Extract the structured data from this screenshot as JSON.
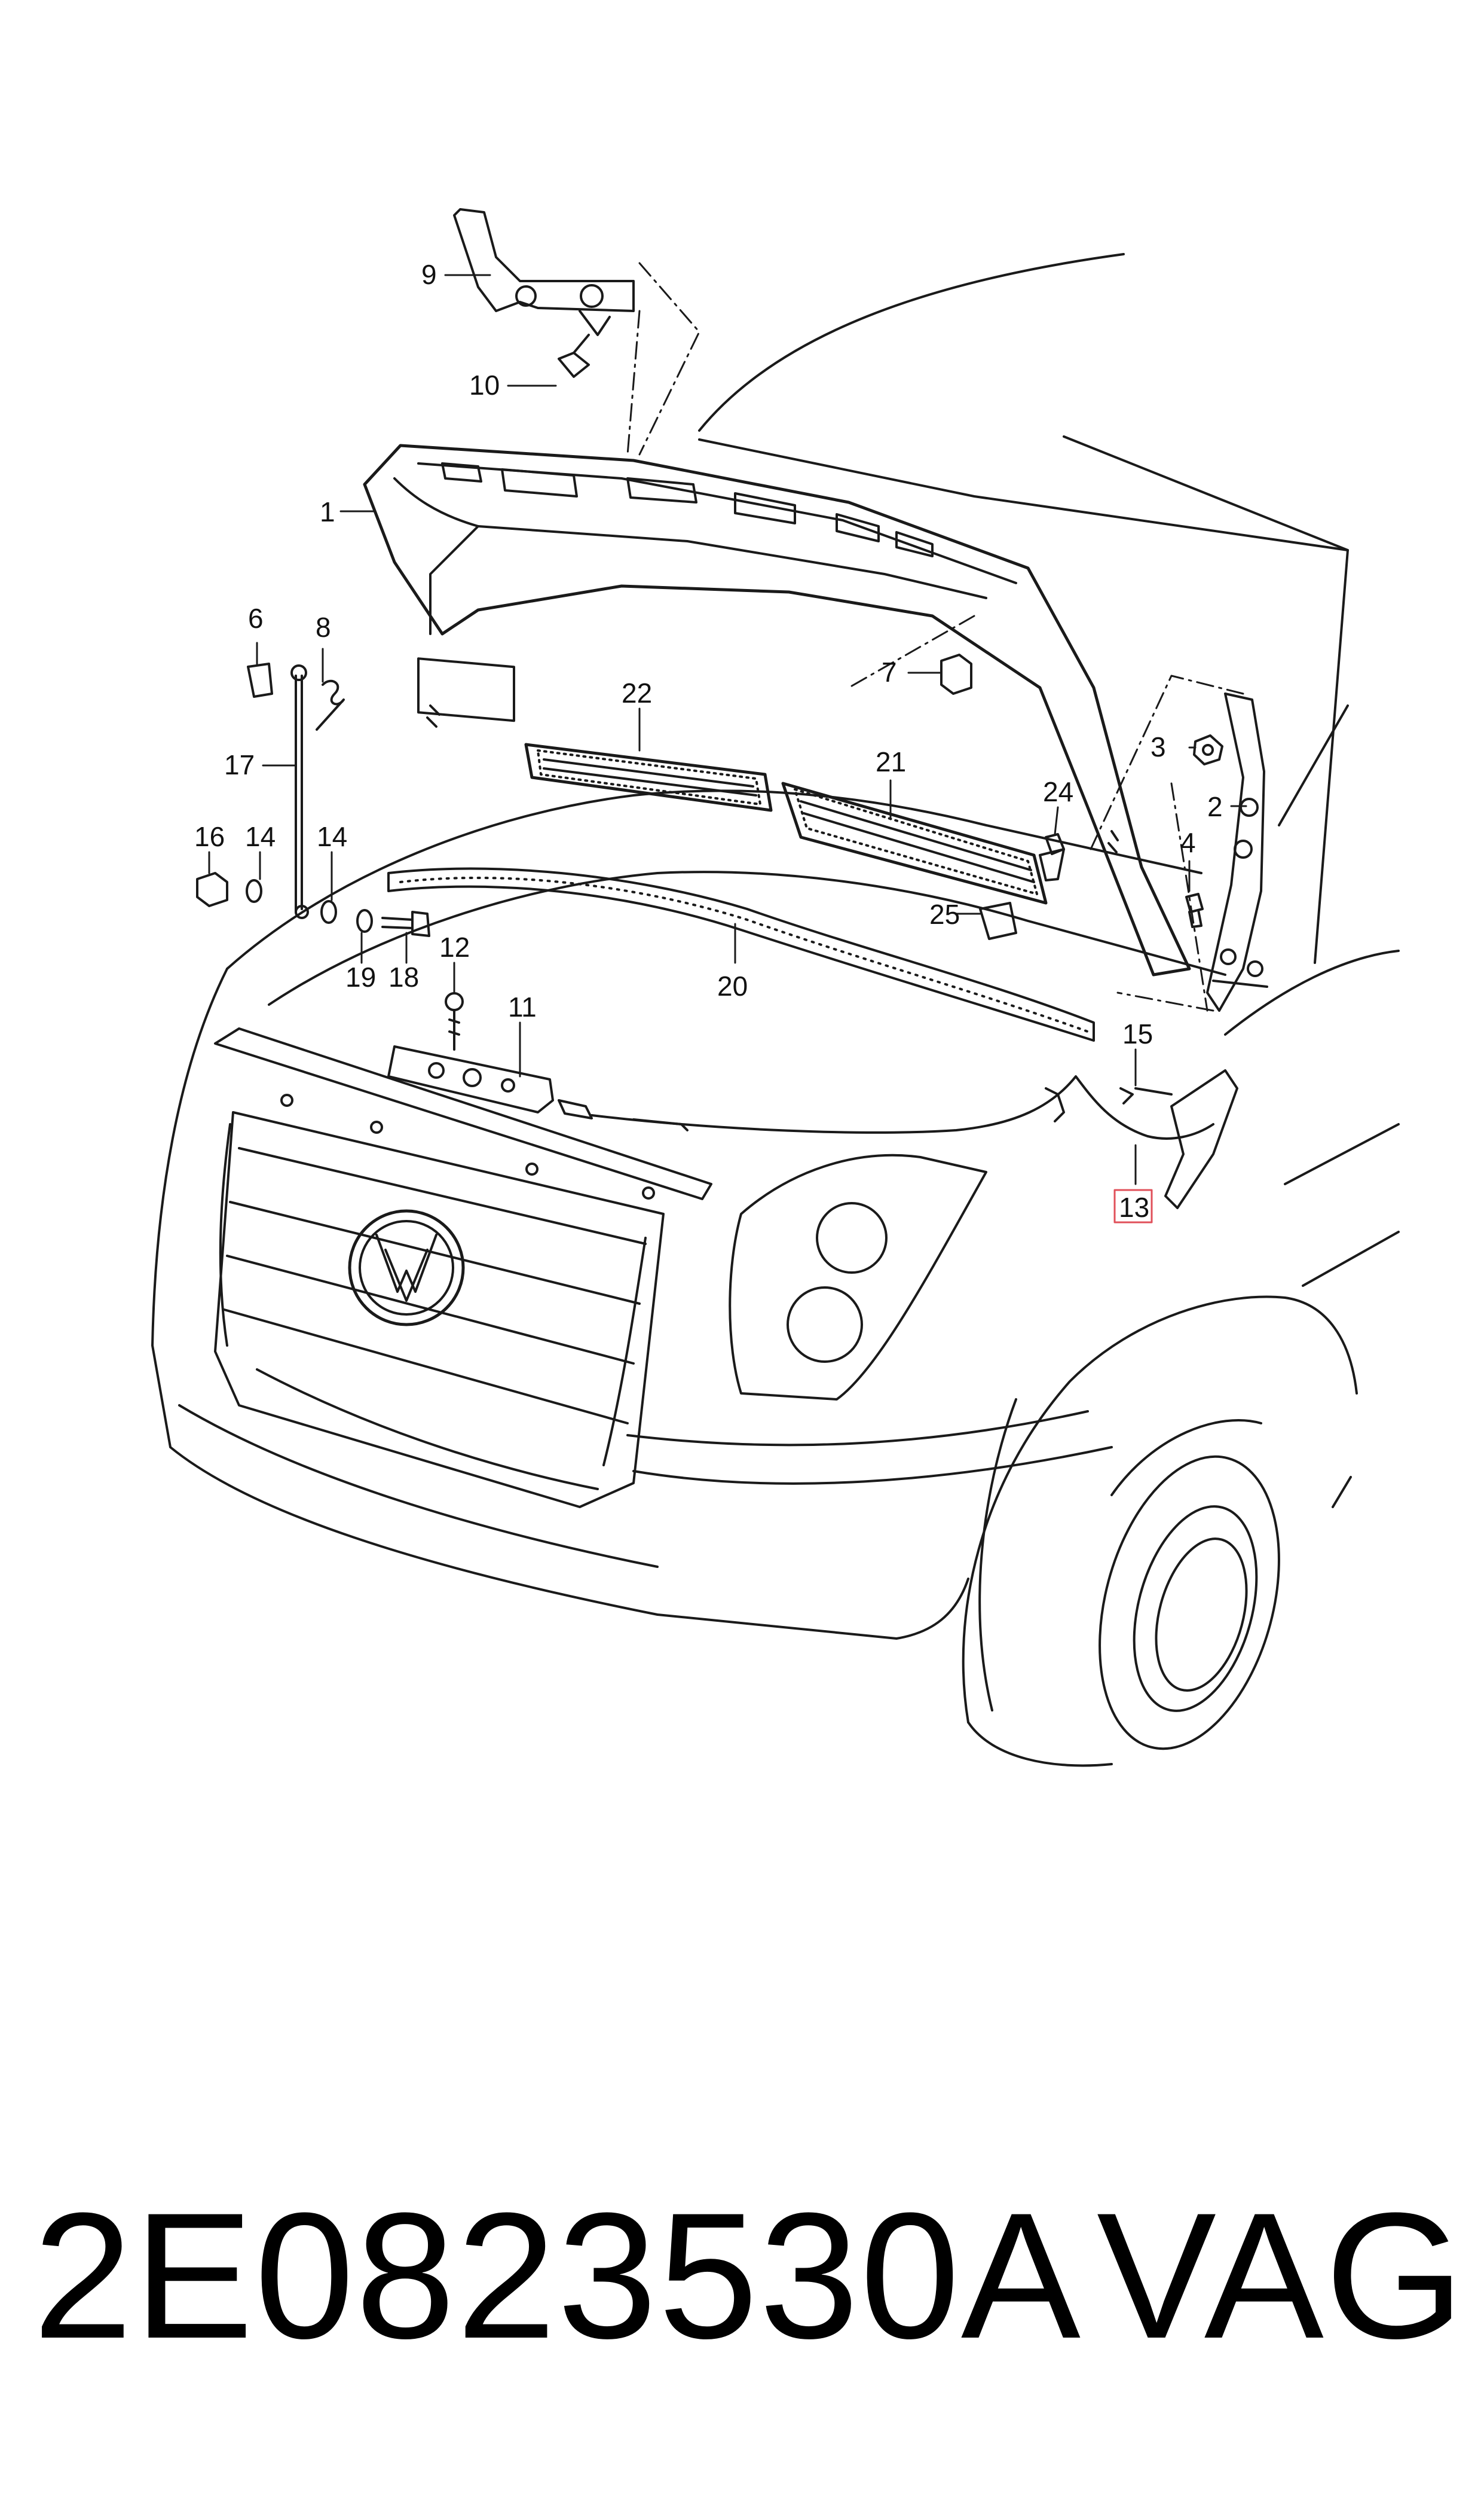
{
  "callouts": {
    "c1": "1",
    "c2": "2",
    "c3": "3",
    "c4": "4",
    "c6": "6",
    "c7": "7",
    "c8": "8",
    "c9": "9",
    "c10": "10",
    "c11": "11",
    "c12": "12",
    "c13": "13",
    "c14a": "14",
    "c14b": "14",
    "c15": "15",
    "c16": "16",
    "c17": "17",
    "c18": "18",
    "c19": "19",
    "c20": "20",
    "c21": "21",
    "c22": "22",
    "c24": "24",
    "c25": "25"
  },
  "highlight": {
    "callout": "13",
    "color": "#e0505a"
  },
  "caption": {
    "part_number": "2E0823530A",
    "brand": "VAG"
  }
}
